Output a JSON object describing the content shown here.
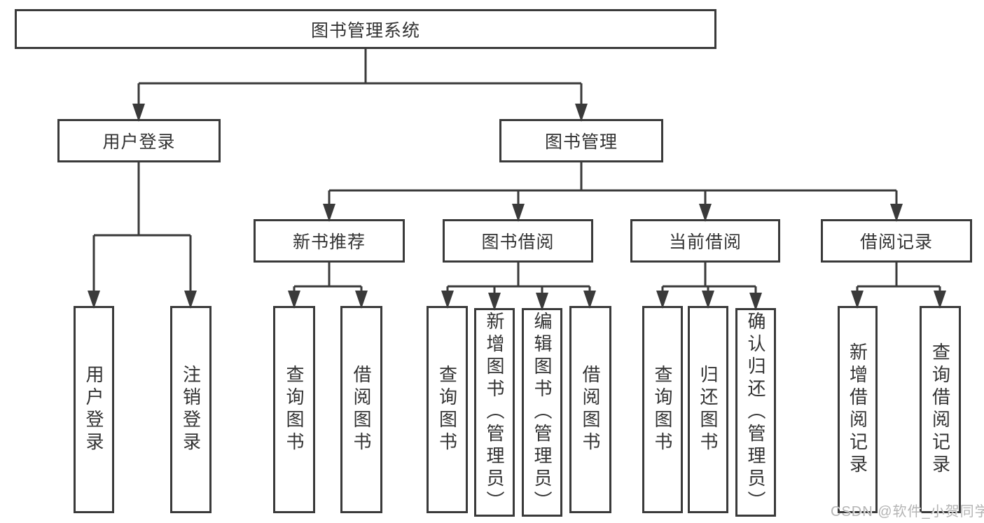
{
  "tree": {
    "label": "图书管理系统",
    "children": [
      {
        "label": "用户登录",
        "children": [
          {
            "label": "用户登录"
          },
          {
            "label": "注销登录"
          }
        ]
      },
      {
        "label": "图书管理",
        "children": [
          {
            "label": "新书推荐",
            "children": [
              {
                "label": "查询图书"
              },
              {
                "label": "借阅图书"
              }
            ]
          },
          {
            "label": "图书借阅",
            "children": [
              {
                "label": "查询图书"
              },
              {
                "label": "新增图书（管理员）"
              },
              {
                "label": "编辑图书（管理员）"
              },
              {
                "label": "借阅图书"
              }
            ]
          },
          {
            "label": "当前借阅",
            "children": [
              {
                "label": "查询图书"
              },
              {
                "label": "归还图书"
              },
              {
                "label": "确认归还（管理员）"
              }
            ]
          },
          {
            "label": "借阅记录",
            "children": [
              {
                "label": "新增借阅记录"
              },
              {
                "label": "查询借阅记录"
              }
            ]
          }
        ]
      }
    ]
  },
  "watermark": "CSDN @软件_小贺同学",
  "colors": {
    "line": "#3a3a3a",
    "text": "#333333",
    "box_background": "#ffffff",
    "watermark": "#b4b4b4",
    "background": "#ffffff"
  }
}
